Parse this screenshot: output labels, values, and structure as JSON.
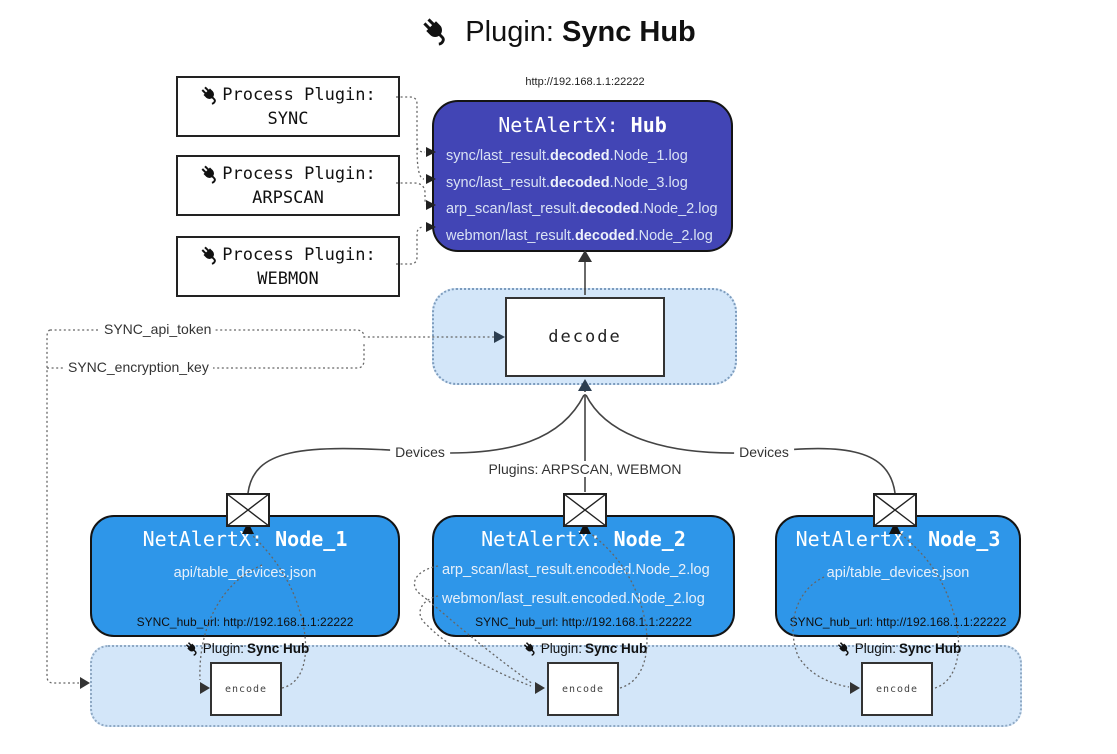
{
  "title": {
    "icon": "plug-icon",
    "prefix": "Plugin:",
    "name": "Sync Hub"
  },
  "hub": {
    "url": "http://192.168.1.1:22222",
    "title_prefix": "NetAlertX:",
    "title_name": "Hub",
    "entries": [
      {
        "pre": "sync/last_result.",
        "bold": "decoded",
        "post": ".Node_1.log"
      },
      {
        "pre": "sync/last_result.",
        "bold": "decoded",
        "post": ".Node_3.log"
      },
      {
        "pre": "arp_scan/last_result.",
        "bold": "decoded",
        "post": ".Node_2.log"
      },
      {
        "pre": "webmon/last_result.",
        "bold": "decoded",
        "post": ".Node_2.log"
      }
    ]
  },
  "process_plugins": [
    {
      "label": "Process Plugin:",
      "name": "SYNC"
    },
    {
      "label": "Process Plugin:",
      "name": "ARPSCAN"
    },
    {
      "label": "Process Plugin:",
      "name": "WEBMON"
    }
  ],
  "keys": {
    "api_token": "SYNC_api_token",
    "encryption_key": "SYNC_encryption_key"
  },
  "decode_box": {
    "label": "decode"
  },
  "edge_labels": {
    "devices_left": "Devices",
    "plugins_mid": "Plugins: ARPSCAN, WEBMON",
    "devices_right": "Devices"
  },
  "nodes": [
    {
      "title_prefix": "NetAlertX:",
      "title_name": "Node_1",
      "lines": [
        "api/table_devices.json"
      ],
      "footer": "SYNC_hub_url: http://192.168.1.1:22222"
    },
    {
      "title_prefix": "NetAlertX:",
      "title_name": "Node_2",
      "lines": [
        "arp_scan/last_result.encoded.Node_2.log",
        "webmon/last_result.encoded.Node_2.log"
      ],
      "footer": "SYNC_hub_url: http://192.168.1.1:22222"
    },
    {
      "title_prefix": "NetAlertX:",
      "title_name": "Node_3",
      "lines": [
        "api/table_devices.json"
      ],
      "footer": "SYNC_hub_url: http://192.168.1.1:22222"
    }
  ],
  "encode_section": {
    "label_prefix": "Plugin:",
    "label_name": "Sync Hub",
    "encode_label": "encode"
  },
  "colors": {
    "hub_fill": "#4245b5",
    "node_fill": "#2e96e9",
    "panel_fill": "#d3e6f9",
    "panel_border": "#7d9cbd",
    "hub_text": "#d9e2f4",
    "node_text": "#e8f0fa"
  }
}
